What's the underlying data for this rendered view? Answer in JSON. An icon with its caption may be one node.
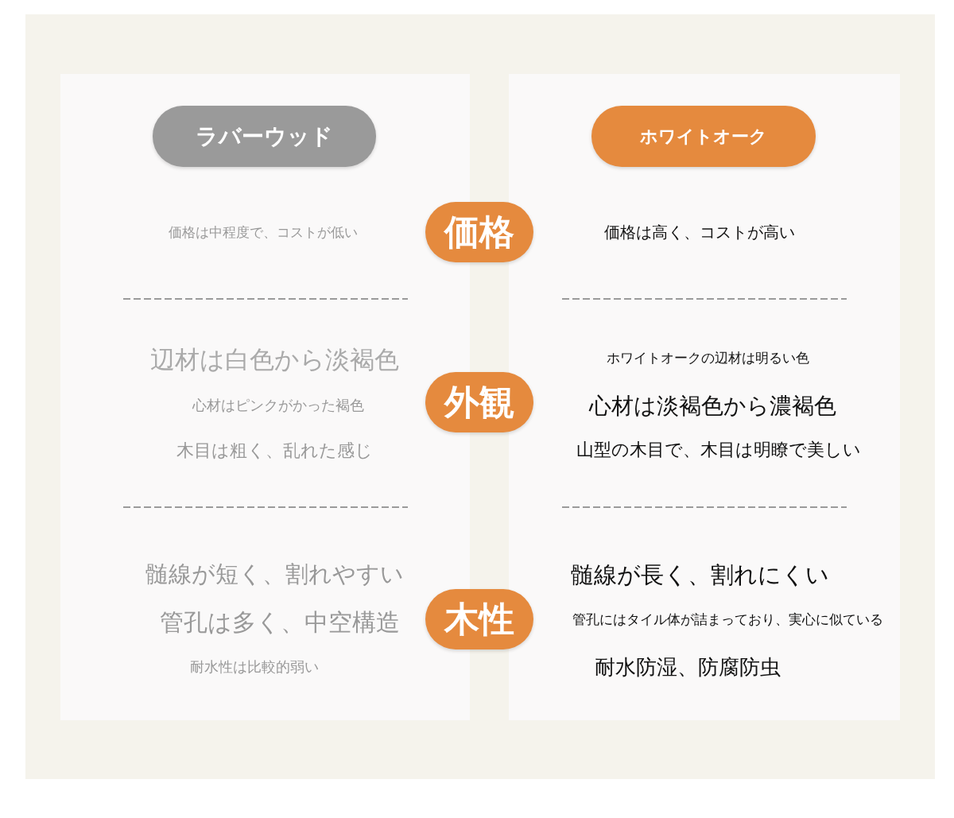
{
  "diagram": {
    "nodes": [
      {
        "text": [
          "ラバーウッド"
        ]
      },
      {
        "text": [
          "ホワイトオーク"
        ]
      },
      {
        "text": [
          "価格"
        ]
      },
      {
        "text": [
          "外観"
        ]
      },
      {
        "text": [
          "木性"
        ]
      }
    ],
    "labels": [
      "価格は中程度で、コストが低い",
      "価格は高く、コストが高い",
      "辺材は白色から淡褐色",
      "ホワイトオークの辺材は明るい色",
      "心材はピンクがかった褐色",
      "心材は淡褐色から濃褐色",
      "木目は粗く、乱れた感じ",
      "山型の木目で、木目は明瞭で美しい",
      "髄線が短く、割れやすい",
      "髄線が長く、割れにくい",
      "管孔は多く、中空構造",
      "管孔にはタイル体が詰まっており、実心に似ている",
      "耐水性は比較的弱い",
      "耐水防湿、防腐防虫"
    ]
  }
}
